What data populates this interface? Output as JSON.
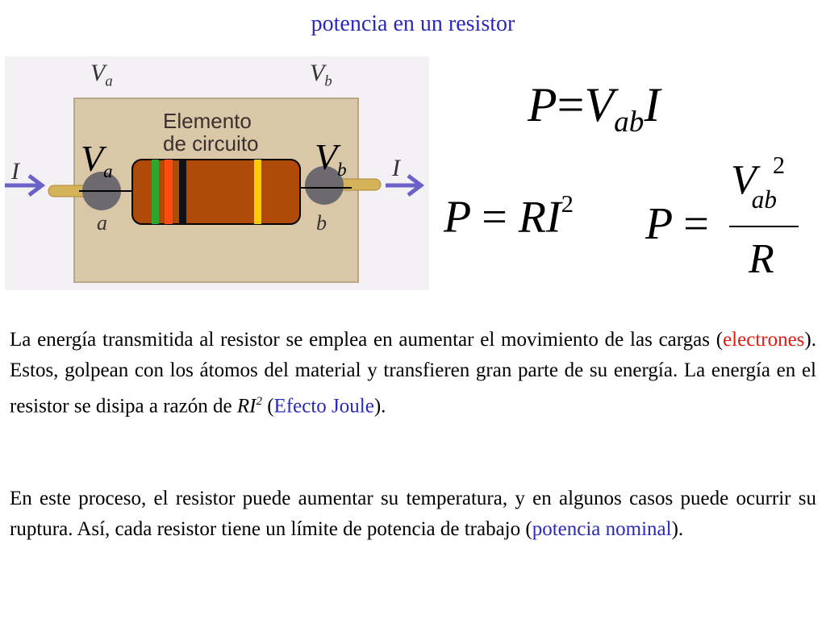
{
  "title": "potencia en un resistor",
  "figure": {
    "va_top": "V",
    "va_top_sub": "a",
    "vb_top": "V",
    "vb_top_sub": "b",
    "element_line1": "Elemento",
    "element_line2": "de circuito",
    "current_left": "I",
    "current_right": "I",
    "node_a": "a",
    "node_b": "b",
    "va_overlay": "V",
    "va_overlay_sub": "a",
    "vb_overlay": "V",
    "vb_overlay_sub": "b",
    "colors": {
      "background_panel": "#d9c7a8",
      "resistor_body": "#b04a08",
      "band1": "#2fa52f",
      "band2": "#ff4a10",
      "band3": "#111111",
      "band4": "#ffcc00",
      "arrow": "#6a62c8",
      "wire": "#d6b25a",
      "node": "#6c6a6e"
    }
  },
  "equations": {
    "eq1": {
      "lhs": "P",
      "eq": "=",
      "v": "V",
      "v_sub": "ab",
      "i": "I"
    },
    "eq2": {
      "lhs": "P",
      "eq": "=",
      "r": "RI",
      "sup": "2"
    },
    "eq3": {
      "lhs": "P",
      "eq": "=",
      "num": "V",
      "num_sub": "ab",
      "num_sup": "2",
      "den": "R"
    }
  },
  "paragraph1": {
    "part1": "La energía transmitida al resistor se emplea en aumentar el movimiento de las cargas (",
    "red_term": "electrones",
    "part2": "). Estos, golpean con los átomos del material y transfieren gran parte de su energía. La energía en el resistor se disipa a razón de ",
    "ri": "RI",
    "ri_sup": "2",
    "part3": " (",
    "blue_term": "Efecto Joule",
    "part4": ")."
  },
  "paragraph2": {
    "part1": "En este proceso, el resistor puede aumentar su temperatura, y en algunos casos puede ocurrir su ruptura. Así, cada resistor tiene un límite de potencia de trabajo (",
    "blue_term": "potencia nominal",
    "part2": ")."
  }
}
